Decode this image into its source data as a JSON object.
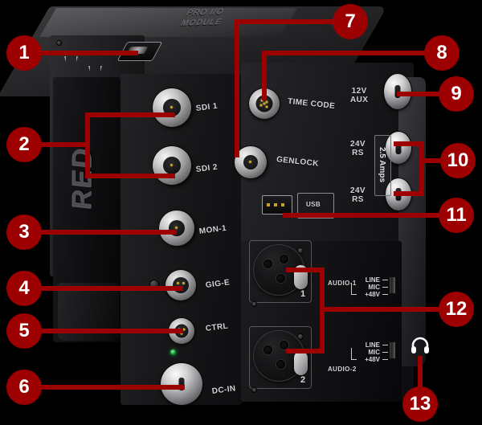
{
  "diagram": {
    "title": "PRO I/O MODULE",
    "background_color": "#000000",
    "callout_color": "#9c0000",
    "callout_text_color": "#ffffff"
  },
  "device": {
    "brand_logo": "RED",
    "deck_wordmark": "PRO I/O\nMODULE"
  },
  "port_labels": {
    "sdi1": "SDI 1",
    "sdi2": "SDI 2",
    "mon1": "MON-1",
    "gige": "GIG-E",
    "ctrl": "CTRL",
    "dcin": "DC-IN",
    "timecode": "TIME CODE",
    "genlock": "GENLOCK",
    "usb": "USB",
    "aux_12v": "12V\nAUX",
    "rs_24v_top": "24V\nRS",
    "rs_24v_bottom": "24V\nRS",
    "amps": "2.5 Amps",
    "audio1": "AUDIO-1",
    "audio2": "AUDIO-2",
    "xlr1_num": "1",
    "xlr2_num": "2"
  },
  "audio_switch_legend": {
    "line": "LINE",
    "mic": "MIC",
    "phantom": "+48V"
  },
  "callouts": [
    {
      "number": "1",
      "target": "top-utility-port"
    },
    {
      "number": "2",
      "target": "sdi-1-and-sdi-2"
    },
    {
      "number": "3",
      "target": "mon-1"
    },
    {
      "number": "4",
      "target": "gig-e"
    },
    {
      "number": "5",
      "target": "ctrl"
    },
    {
      "number": "6",
      "target": "dc-in"
    },
    {
      "number": "7",
      "target": "genlock"
    },
    {
      "number": "8",
      "target": "time-code"
    },
    {
      "number": "9",
      "target": "12v-aux"
    },
    {
      "number": "10",
      "target": "24v-rs-pair"
    },
    {
      "number": "11",
      "target": "usb"
    },
    {
      "number": "12",
      "target": "audio-1-and-audio-2"
    },
    {
      "number": "13",
      "target": "headphone-jack"
    }
  ]
}
